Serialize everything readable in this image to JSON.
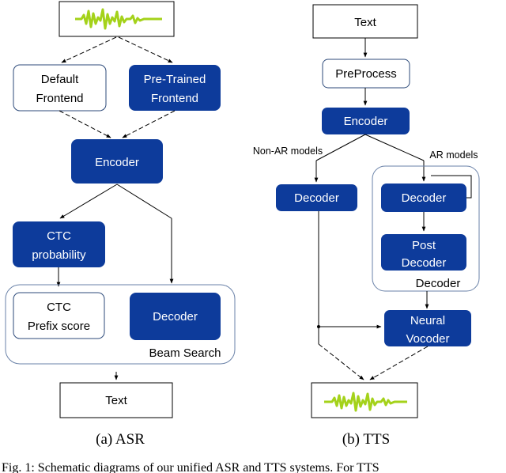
{
  "colors": {
    "dark_box": "#0d3b9b",
    "dark_text": "#ffffff",
    "light_border": "#2d4a7a",
    "group_border": "#6a82a8",
    "waveform": "#a4d21a",
    "edge": "#000000"
  },
  "asr": {
    "default_frontend": {
      "line1": "Default",
      "line2": "Frontend"
    },
    "pretrained_frontend": {
      "line1": "Pre-Trained",
      "line2": "Frontend"
    },
    "encoder": "Encoder",
    "ctc_probability": {
      "line1": "CTC",
      "line2": "probability"
    },
    "ctc_prefix_score": {
      "line1": "CTC",
      "line2": "Prefix score"
    },
    "decoder": "Decoder",
    "beam_search": "Beam Search",
    "output": "Text",
    "caption": "(a)  ASR"
  },
  "tts": {
    "input": "Text",
    "preprocess": "PreProcess",
    "encoder": "Encoder",
    "non_ar_label": "Non-AR models",
    "ar_label": "AR models",
    "decoder_non_ar": "Decoder",
    "decoder_ar": "Decoder",
    "post_decoder": {
      "line1": "Post",
      "line2": "Decoder"
    },
    "decoder_group": "Decoder",
    "neural_vocoder": {
      "line1": "Neural",
      "line2": "Vocoder"
    },
    "caption": "(b)  TTS"
  },
  "figure_caption_fragment": "Fig. 1:  Schematic diagrams of our unified ASR and TTS systems. For TTS"
}
